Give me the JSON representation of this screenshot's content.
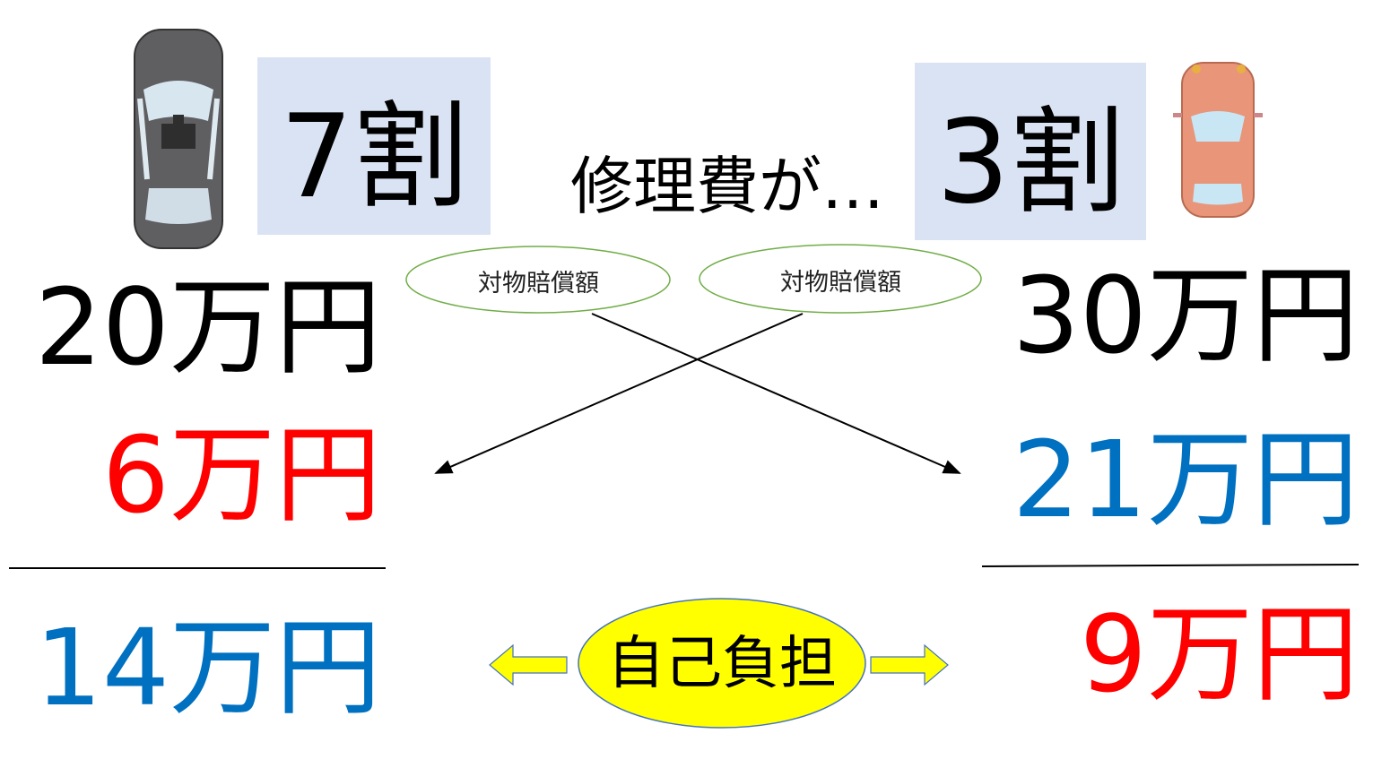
{
  "title_text": "修理費が…",
  "left": {
    "ratio": "7割",
    "repair_cost": "20万円",
    "received": "6万円",
    "self_burden": "14万円",
    "car_color": "#5a5a5a"
  },
  "right": {
    "ratio": "3割",
    "repair_cost": "30万円",
    "received": "21万円",
    "self_burden": "9万円",
    "car_color": "#e8957a"
  },
  "ellipse_labels": [
    "対物賠償額",
    "対物賠償額"
  ],
  "self_burden_label": "自己負担",
  "colors": {
    "red": "#ff0000",
    "blue": "#0070c0",
    "box": "#dae3f3",
    "yellow": "#ffff00",
    "green": "#70ad47"
  }
}
